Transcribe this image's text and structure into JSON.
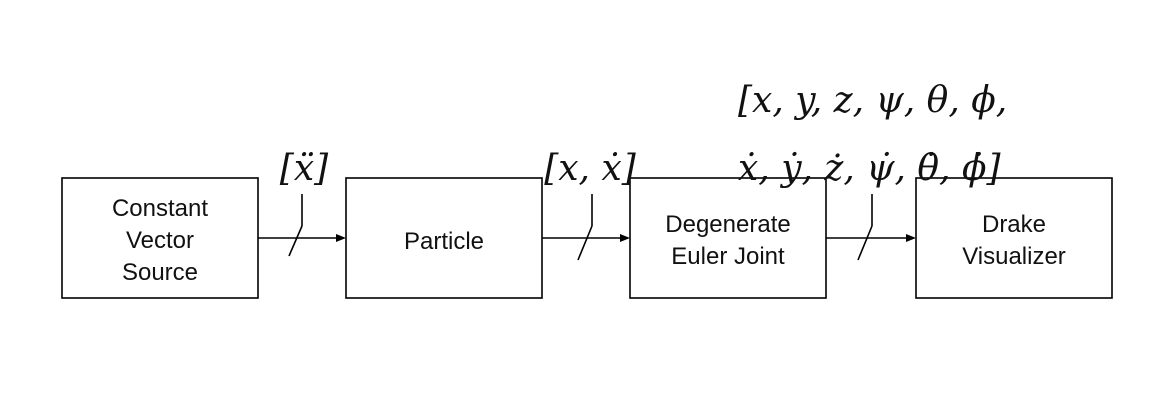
{
  "blocks": [
    {
      "id": "constant-vector-source",
      "lines": [
        "Constant",
        "Vector",
        "Source"
      ]
    },
    {
      "id": "particle",
      "lines": [
        "Particle"
      ]
    },
    {
      "id": "degenerate-euler-joint",
      "lines": [
        "Degenerate",
        "Euler Joint"
      ]
    },
    {
      "id": "drake-visualizer",
      "lines": [
        "Drake",
        "Visualizer"
      ]
    }
  ],
  "signals": {
    "source_to_particle": "[ẍ]",
    "particle_to_joint": "[x, ẋ]",
    "joint_to_visualizer_line1": "[x, y, z, ψ, θ, ϕ,",
    "joint_to_visualizer_line2": "ẋ, ẏ, ż, ψ̇, θ̇, ϕ̇]"
  }
}
